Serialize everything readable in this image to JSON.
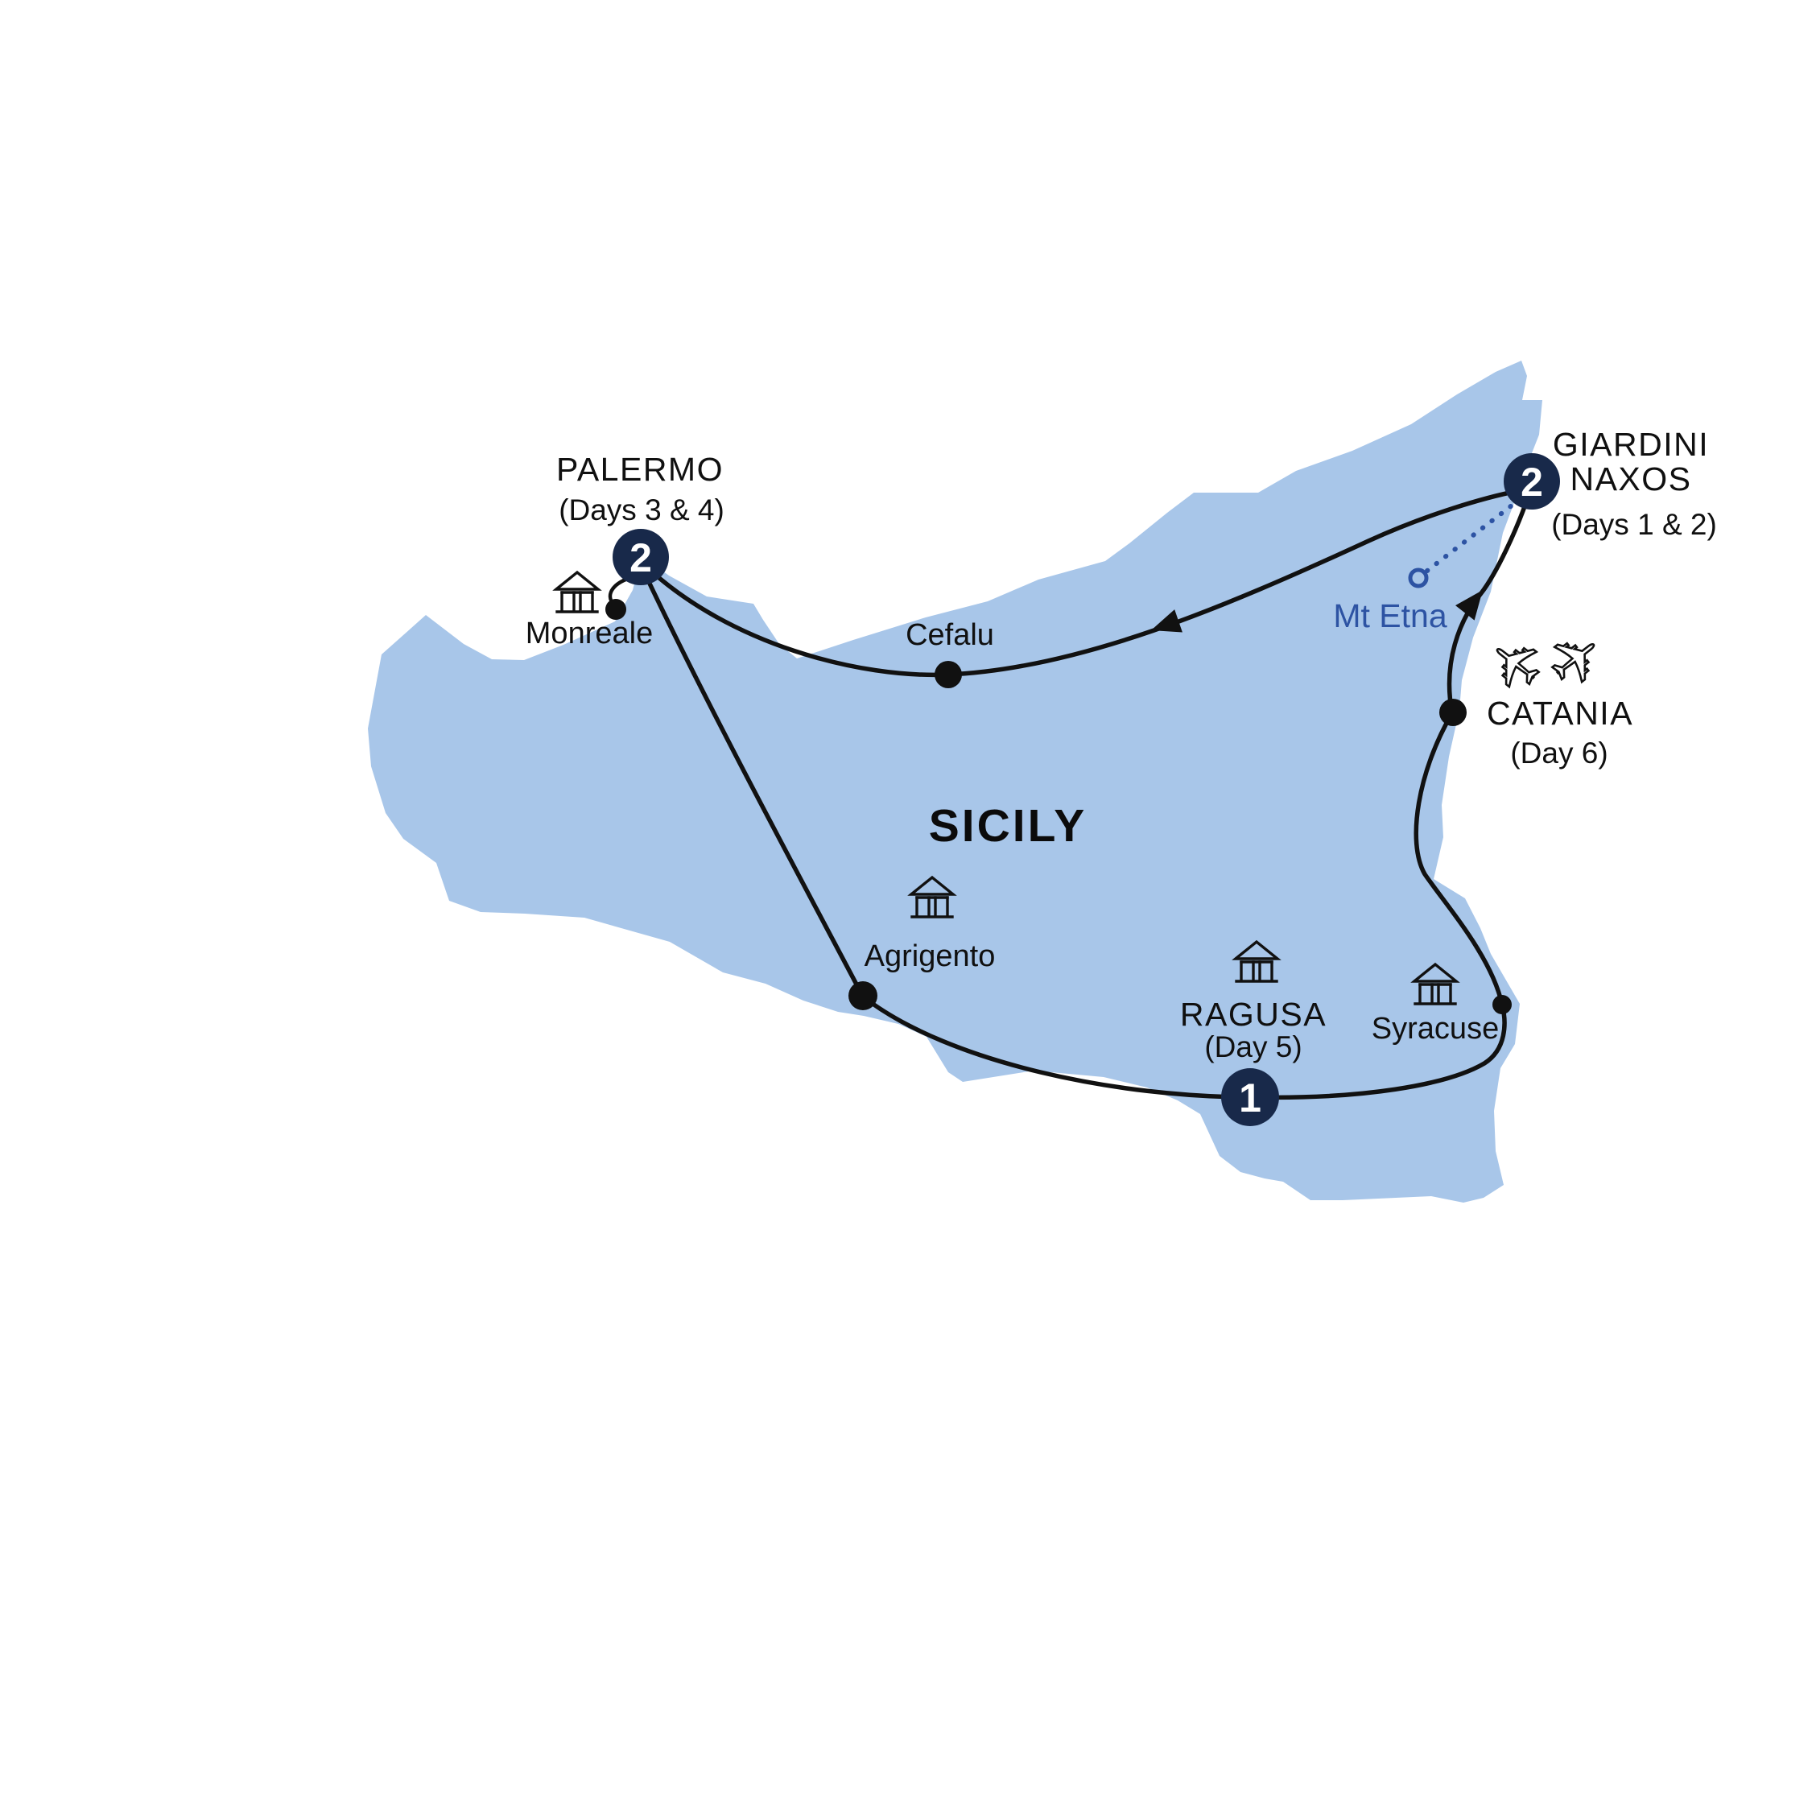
{
  "title": "Sicily tour itinerary map",
  "region": {
    "label": "SICILY"
  },
  "colors": {
    "island": "#A8C6E9",
    "route": "#111111",
    "stop_marker": "#18294A",
    "excursion_blue": "#2D53A3"
  },
  "stops": {
    "giardini_naxos": {
      "name_line1": "GIARDINI",
      "name_line2": "NAXOS",
      "days": "(Days 1 & 2)",
      "nights": "2"
    },
    "palermo": {
      "name": "PALERMO",
      "days": "(Days 3 & 4)",
      "nights": "2"
    },
    "ragusa": {
      "name": "RAGUSA",
      "days": "(Day 5)",
      "nights": "1"
    }
  },
  "cities": {
    "monreale": {
      "name": "Monreale"
    },
    "cefalu": {
      "name": "Cefalu"
    },
    "catania": {
      "name": "CATANIA",
      "days": "(Day 6)"
    },
    "agrigento": {
      "name": "Agrigento"
    },
    "syracuse": {
      "name": "Syracuse"
    }
  },
  "excursion": {
    "mt_etna": {
      "name": "Mt Etna"
    }
  }
}
